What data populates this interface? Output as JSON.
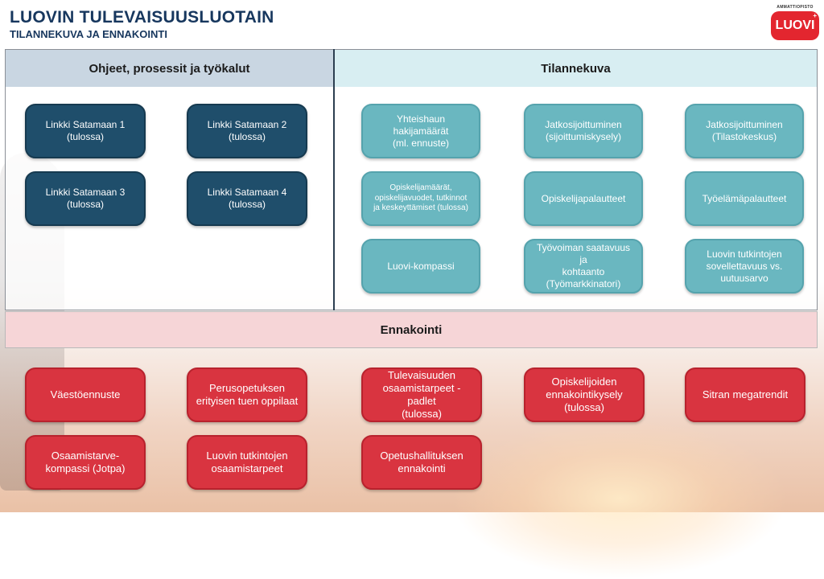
{
  "header": {
    "title": "LUOVIN TULEVAISUUSLUOTAIN",
    "subtitle": "TILANNEKUVA JA ENNAKOINTI"
  },
  "logo": {
    "small_text": "AMMATTIOPISTO",
    "brand": "LUOVI",
    "mark": "+"
  },
  "sections": {
    "left_title": "Ohjeet, prosessit ja työkalut",
    "right_title": "Tilannekuva",
    "bottom_title": "Ennakointi"
  },
  "left_buttons": [
    "Linkki Satamaan 1\n(tulossa)",
    "Linkki Satamaan 2\n(tulossa)",
    "Linkki Satamaan 3\n(tulossa)",
    "Linkki Satamaan 4\n(tulossa)"
  ],
  "right_buttons": [
    "Yhteishaun hakijamäärät\n(ml. ennuste)",
    "Jatkosijoittuminen\n(sijoittumiskysely)",
    "Jatkosijoittuminen\n(Tilastokeskus)",
    "Opiskelijamäärät,\nopiskelijavuodet, tutkinnot\nja keskeyttämiset (tulossa)",
    "Opiskelijapalautteet",
    "Työelämäpalautteet",
    "Luovi-kompassi",
    "Työvoiman saatavuus ja\nkohtaanto\n(Työmarkkinatori)",
    "Luovin tutkintojen\nsovellettavuus vs.\nuutuusarvo"
  ],
  "bottom_buttons": [
    "Väestöennuste",
    "Perusopetuksen\nerityisen tuen oppilaat",
    "Tulevaisuuden\nosaamistarpeet -padlet\n(tulossa)",
    "Opiskelijoiden\nennakointikysely\n(tulossa)",
    "Sitran megatrendit",
    "Osaamistarve-\nkompassi (Jotpa)",
    "Luovin tutkintojen\nosaamistarpeet",
    "Opetushallituksen\nennakointi"
  ],
  "colors": {
    "title": "#17375e",
    "dark_button": "#1f4e6b",
    "teal_button": "#6ab7c0",
    "red_button": "#d93440",
    "left_header": "#c9d6e2",
    "right_header": "#d8eef2",
    "bottom_header": "#f6d5d7"
  }
}
